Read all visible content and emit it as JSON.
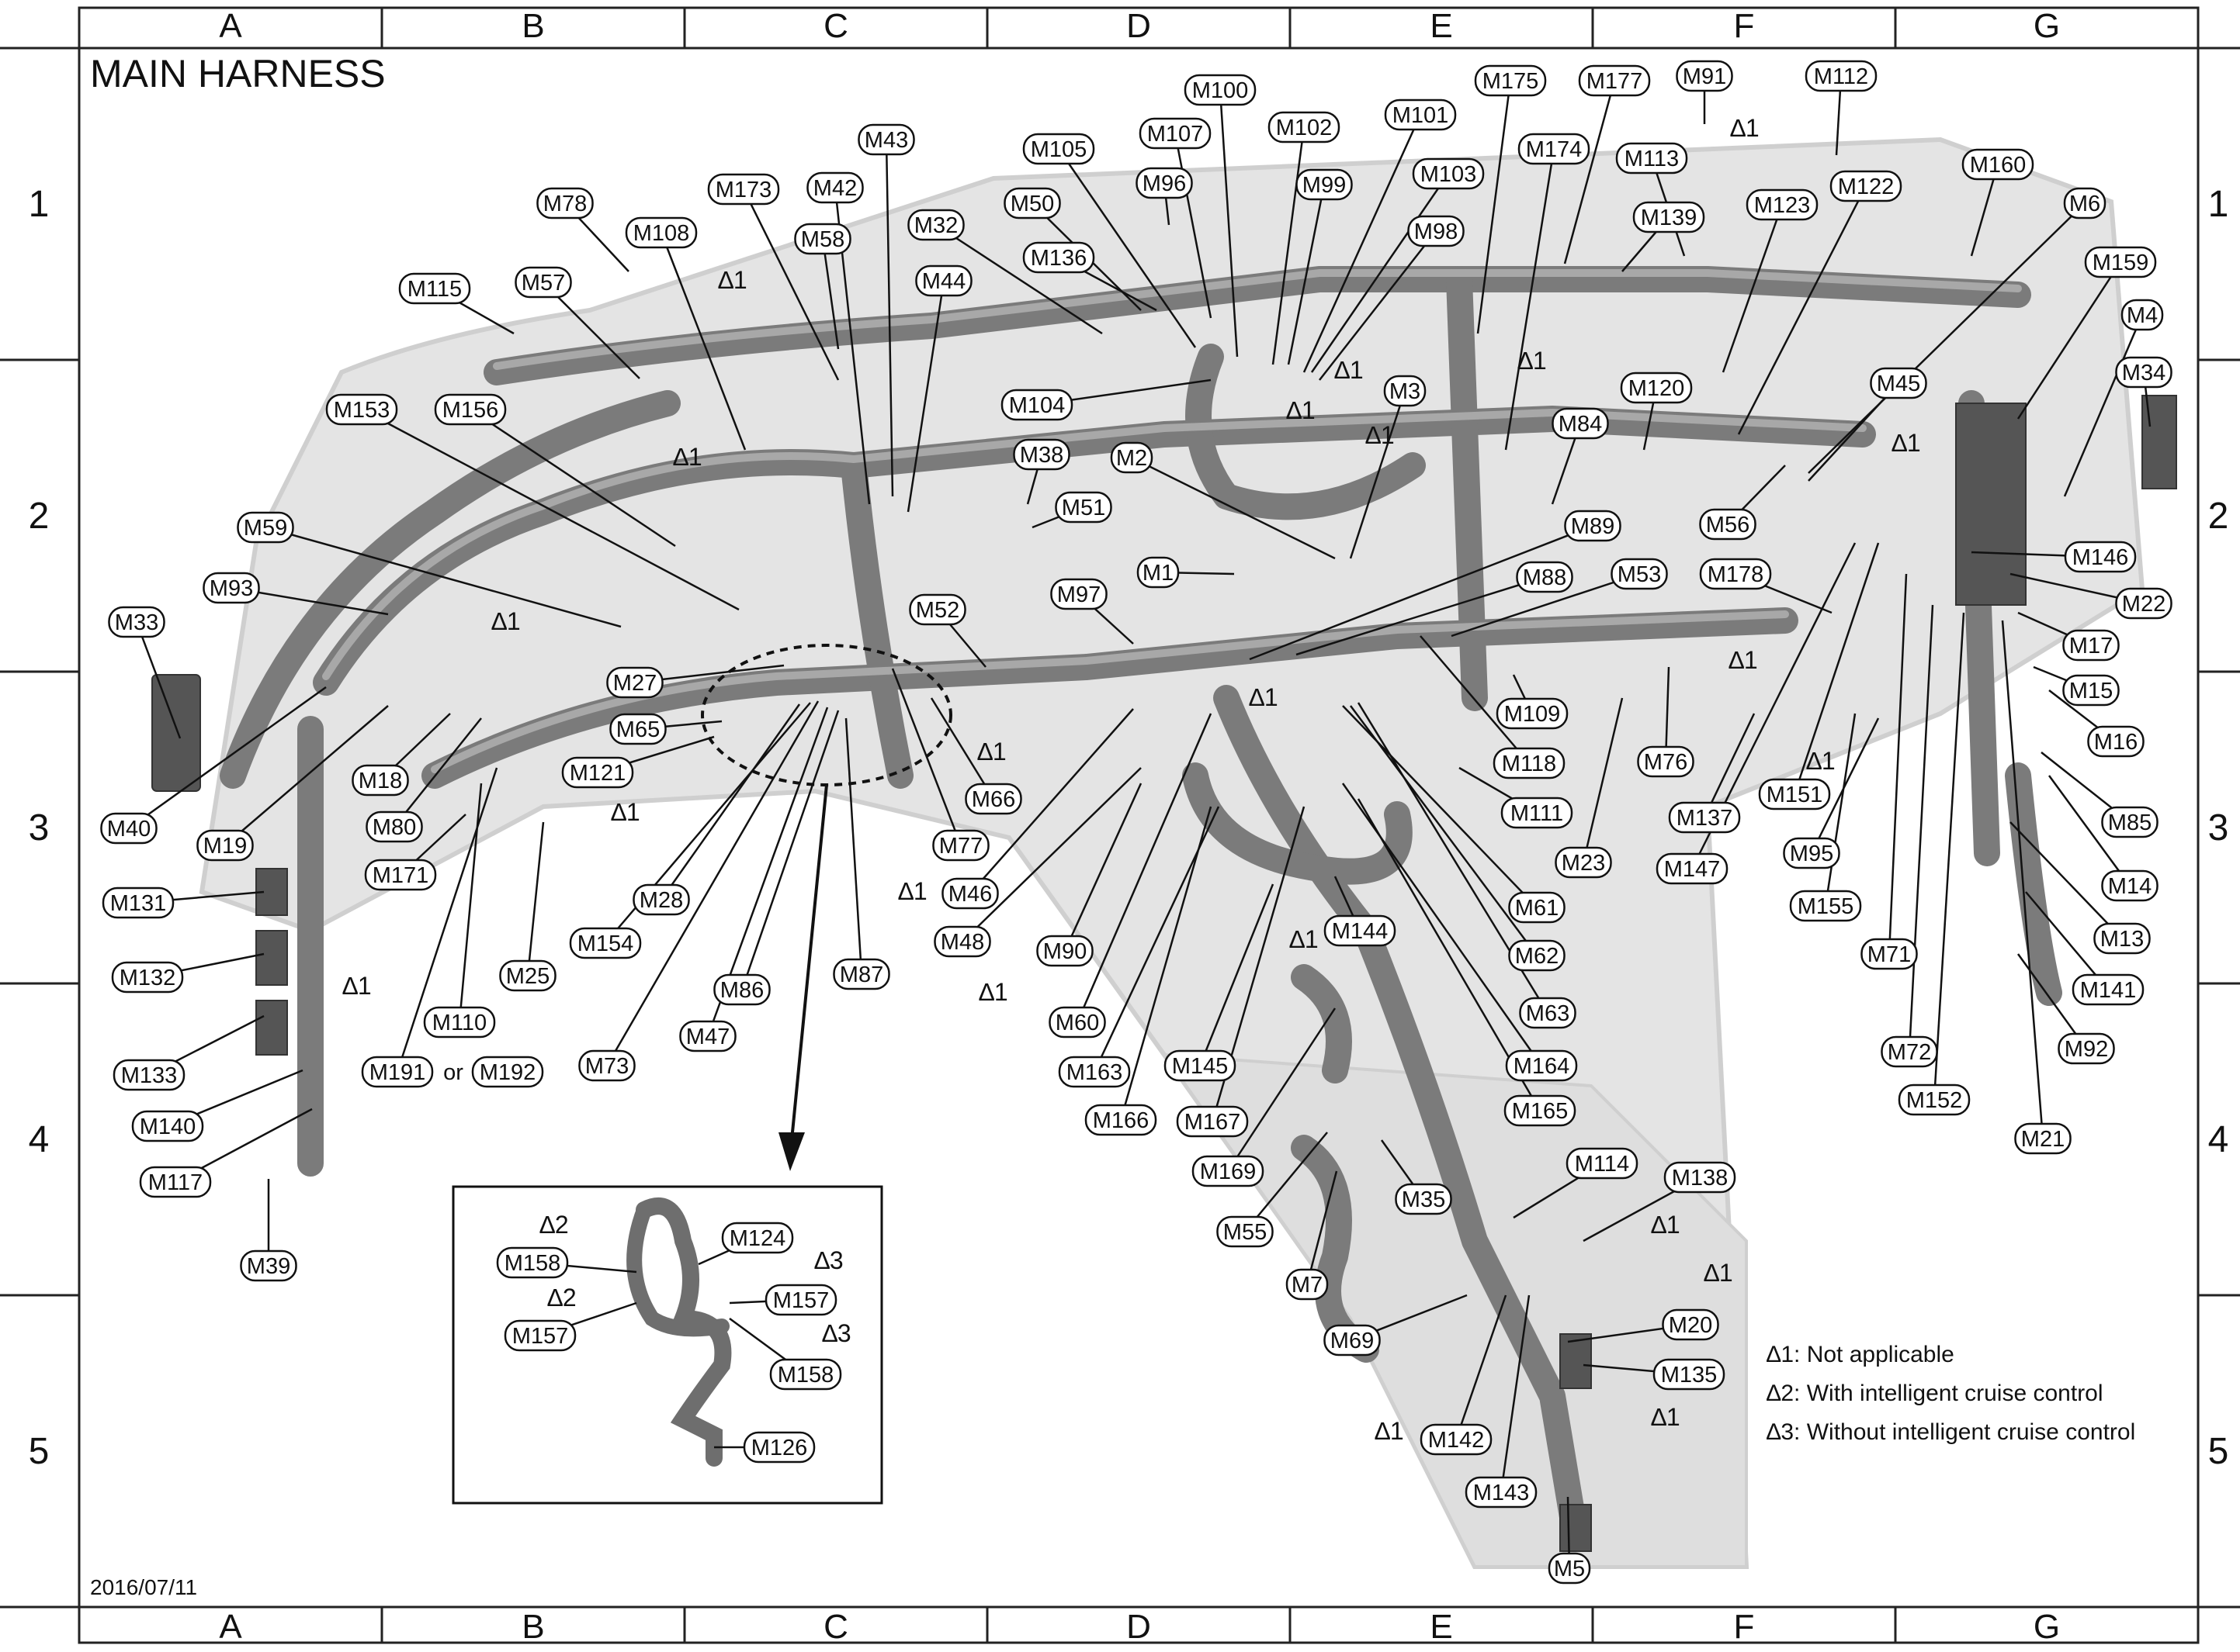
{
  "title": "MAIN HARNESS",
  "date": "2016/07/11",
  "grid": {
    "cols": [
      "A",
      "B",
      "C",
      "D",
      "E",
      "F",
      "G"
    ],
    "rows": [
      "1",
      "2",
      "3",
      "4",
      "5"
    ]
  },
  "notes": [
    {
      "mark": "∆1",
      "text": ": Not applicable"
    },
    {
      "mark": "∆2",
      "text": ": With intelligent cruise control"
    },
    {
      "mark": "∆3",
      "text": ": Without intelligent cruise control"
    }
  ],
  "or_word": "or",
  "star1": "∆1",
  "star2": "∆2",
  "star3": "∆3",
  "connectors": [
    "M33",
    "M59",
    "M93",
    "M40",
    "M19",
    "M18",
    "M80",
    "M171",
    "M131",
    "M132",
    "M133",
    "M140",
    "M117",
    "M39",
    "M115",
    "M57",
    "M78",
    "M108",
    "M153",
    "M156",
    "M173",
    "M42",
    "M43",
    "M58",
    "M44",
    "M32",
    "M105",
    "M50",
    "M136",
    "M100",
    "M107",
    "M96",
    "M102",
    "M99",
    "M101",
    "M103",
    "M98",
    "M104",
    "M38",
    "M51",
    "M2",
    "M3",
    "M1",
    "M97",
    "M52",
    "M27",
    "M65",
    "M121",
    "M28",
    "M154",
    "M73",
    "M47",
    "M86",
    "M87",
    "M77",
    "M66",
    "M46",
    "M48",
    "M90",
    "M60",
    "M163",
    "M166",
    "M145",
    "M167",
    "M169",
    "M55",
    "M7",
    "M35",
    "M144",
    "M61",
    "M62",
    "M63",
    "M164",
    "M165",
    "M118",
    "M111",
    "M109",
    "M76",
    "M88",
    "M53",
    "M89",
    "M175",
    "M174",
    "M177",
    "M91",
    "M113",
    "M139",
    "M112",
    "M123",
    "M122",
    "M160",
    "M6",
    "M159",
    "M4",
    "M34",
    "M120",
    "M84",
    "M45",
    "M56",
    "M178",
    "M146",
    "M22",
    "M17",
    "M15",
    "M16",
    "M85",
    "M14",
    "M13",
    "M141",
    "M92",
    "M21",
    "M72",
    "M152",
    "M71",
    "M155",
    "M95",
    "M151",
    "M147",
    "M137",
    "M23",
    "M25",
    "M110",
    "M191",
    "M192",
    "M114",
    "M138",
    "M20",
    "M135",
    "M69",
    "M142",
    "M143",
    "M5",
    "M124",
    "M158",
    "M157",
    "M126"
  ]
}
